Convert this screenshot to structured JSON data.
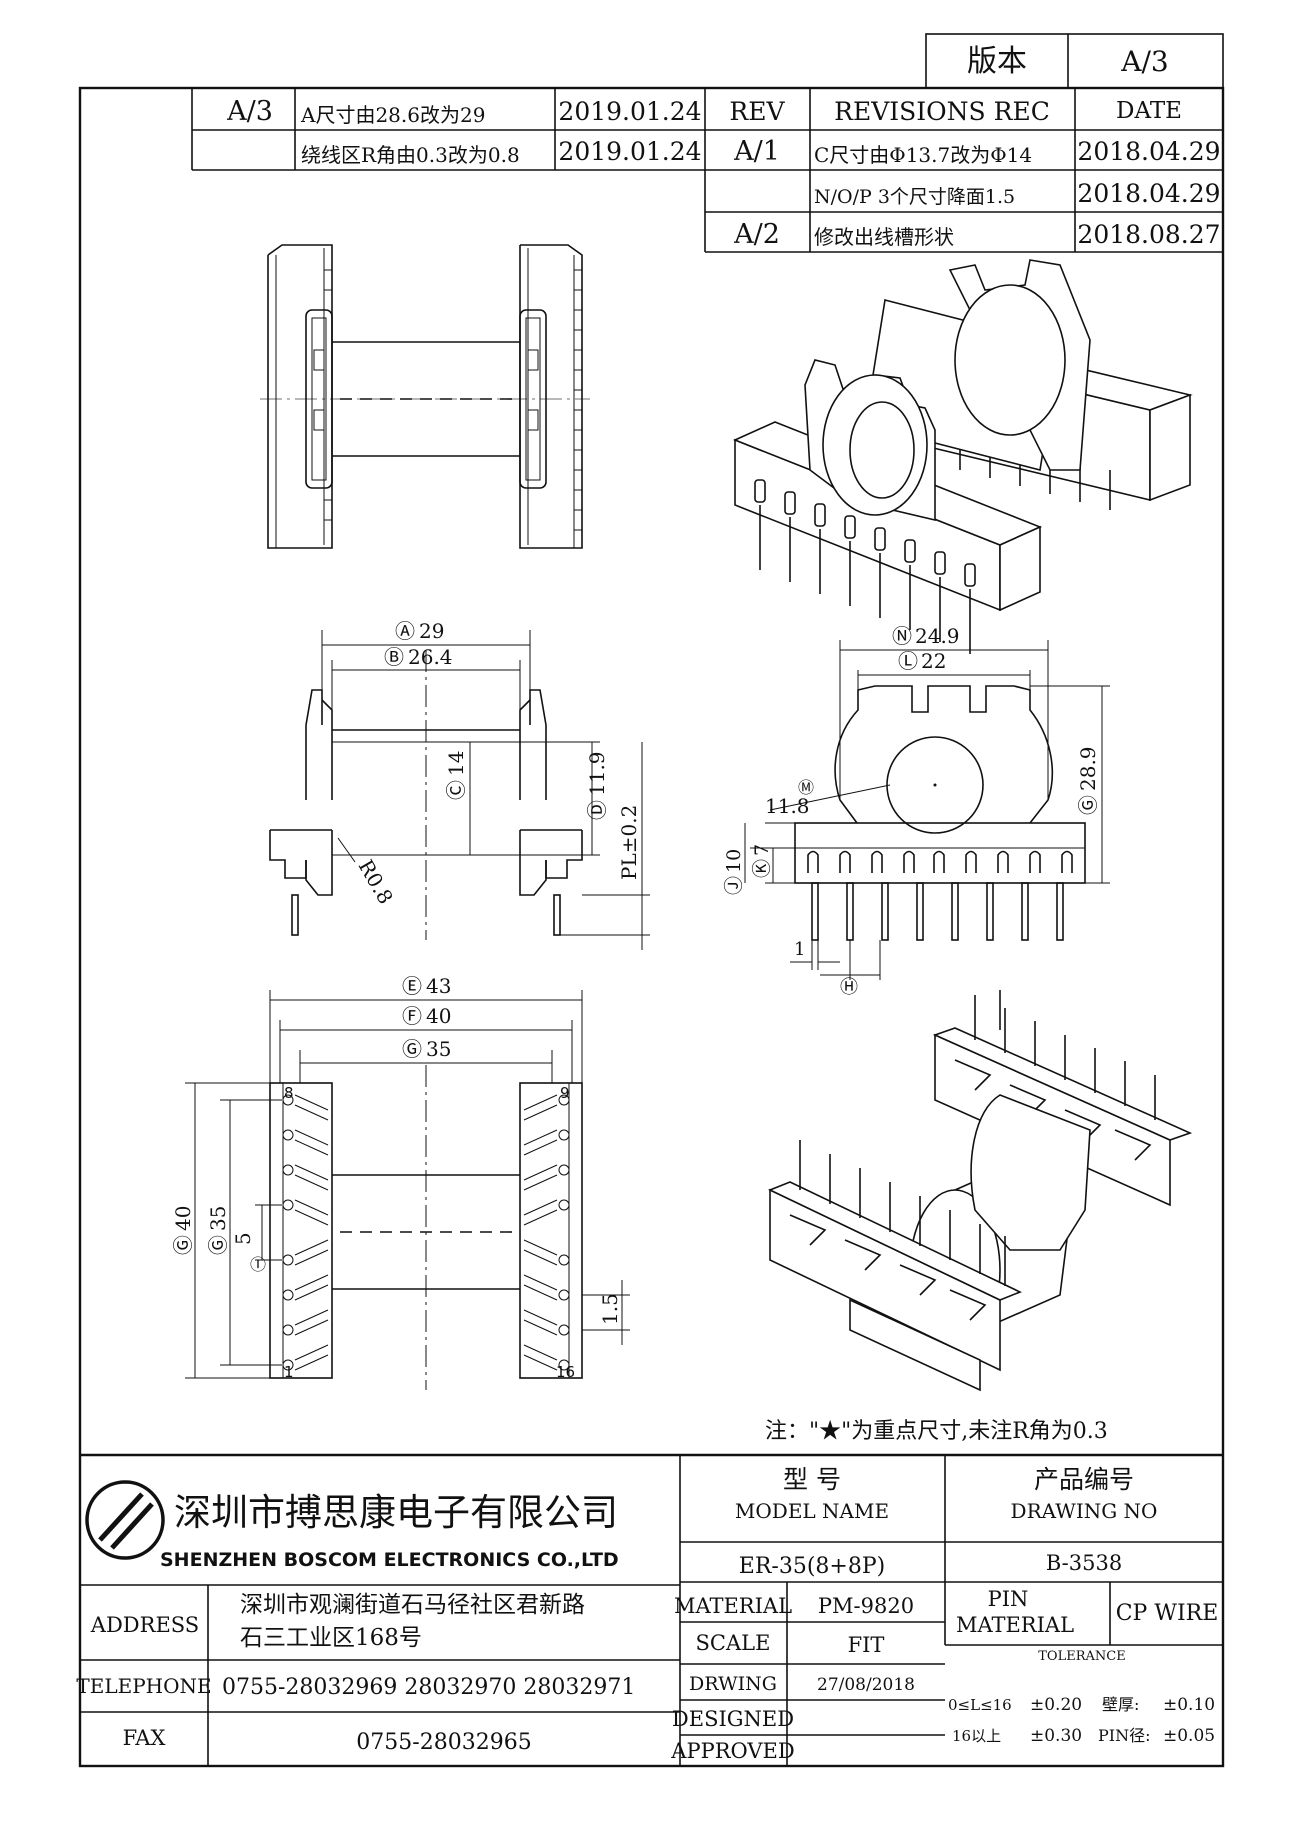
{
  "version_box": {
    "label": "版本",
    "value": "A/3"
  },
  "revisions_header": {
    "rev": "REV",
    "revisions": "REVISIONS REC",
    "date": "DATE"
  },
  "left_revisions": [
    {
      "rev": "A/3",
      "desc": "A尺寸由28.6改为29",
      "date": "2019.01.24"
    },
    {
      "rev": "",
      "desc": "绕线区R角由0.3改为0.8",
      "date": "2019.01.24"
    }
  ],
  "right_revisions": [
    {
      "rev": "A/1",
      "desc": "C尺寸由Φ13.7改为Φ14",
      "date": "2018.04.29"
    },
    {
      "rev": "",
      "desc": "N/O/P 3个尺寸降面1.5",
      "date": "2018.04.29"
    },
    {
      "rev": "A/2",
      "desc": "修改出线槽形状",
      "date": "2018.08.27"
    }
  ],
  "dimensions": {
    "side": {
      "a_label": "29",
      "b_label": "26.4",
      "c_label": "14",
      "d_label": "11.9",
      "p_label": "PL±0.2",
      "r_label": "R0.8"
    },
    "front": {
      "n_label": "24.9",
      "l_label": "22",
      "g_label": "28.9",
      "m_label": "11.8",
      "k_label": "7",
      "j_label": "10",
      "h_label": "1"
    },
    "bottom": {
      "e_label": "43",
      "f_label": "40",
      "g_label": "35",
      "v40": "40",
      "v35": "35",
      "v5": "5",
      "v15": "1.5"
    }
  },
  "pin_numbers": {
    "top_left": "8",
    "top_right": "9",
    "bottom_left": "1",
    "bottom_right": "16"
  },
  "note": "注：\"★\"为重点尺寸,未注R角为0.3",
  "company": {
    "name_cn": "深圳市搏思康电子有限公司",
    "name_en": "SHENZHEN BOSCOM ELECTRONICS CO.,LTD"
  },
  "address": {
    "label": "ADDRESS",
    "line1": "深圳市观澜街道石马径社区君新路",
    "line2": "石三工业区168号"
  },
  "telephone": {
    "label": "TELEPHONE",
    "value": "0755-28032969 28032970 28032971"
  },
  "fax": {
    "label": "FAX",
    "value": "0755-28032965"
  },
  "model": {
    "label_cn": "型      号",
    "label_en": "MODEL NAME",
    "value": "ER-35(8+8P)"
  },
  "drawing_no": {
    "label_cn": "产品编号",
    "label_en": "DRAWING NO",
    "value": "B-3538"
  },
  "material": {
    "label": "MATERIAL",
    "value": "PM-9820"
  },
  "scale": {
    "label": "SCALE",
    "value": "FIT"
  },
  "drawing": {
    "label": "DRWING",
    "value": "27/08/2018"
  },
  "designed": {
    "label": "DESIGNED",
    "value": ""
  },
  "approved": {
    "label": "APPROVED",
    "value": ""
  },
  "pin_material": {
    "label1": "PIN",
    "label2": "MATERIAL",
    "value": "CP WIRE"
  },
  "tolerance": {
    "label": "TOLERANCE",
    "row1_a": "0≤L≤16",
    "row1_b": "±0.20",
    "row1_c": "壁厚:",
    "row1_d": "±0.10",
    "row2_a": "16以上",
    "row2_b": "±0.30",
    "row2_c": "PIN径:",
    "row2_d": "±0.05"
  }
}
